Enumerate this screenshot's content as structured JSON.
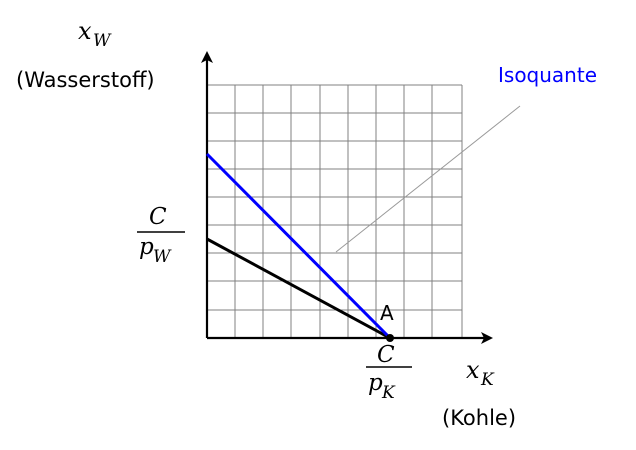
{
  "diagram": {
    "y_axis": {
      "symbol": "x",
      "subscript": "W",
      "name": "(Wasserstoff)"
    },
    "x_axis": {
      "symbol": "x",
      "subscript": "K",
      "name": "(Kohle)"
    },
    "y_intercept_label": {
      "numerator": "C",
      "denominator_symbol": "p",
      "denominator_subscript": "W"
    },
    "x_intercept_label": {
      "numerator": "C",
      "denominator_symbol": "p",
      "denominator_subscript": "K"
    },
    "isoquant_label": "Isoquante",
    "point_label": "A",
    "colors": {
      "isoquant": "#0000ff",
      "budget_line": "#000000",
      "grid": "#808080",
      "axis": "#000000",
      "pointer": "#999999"
    }
  }
}
